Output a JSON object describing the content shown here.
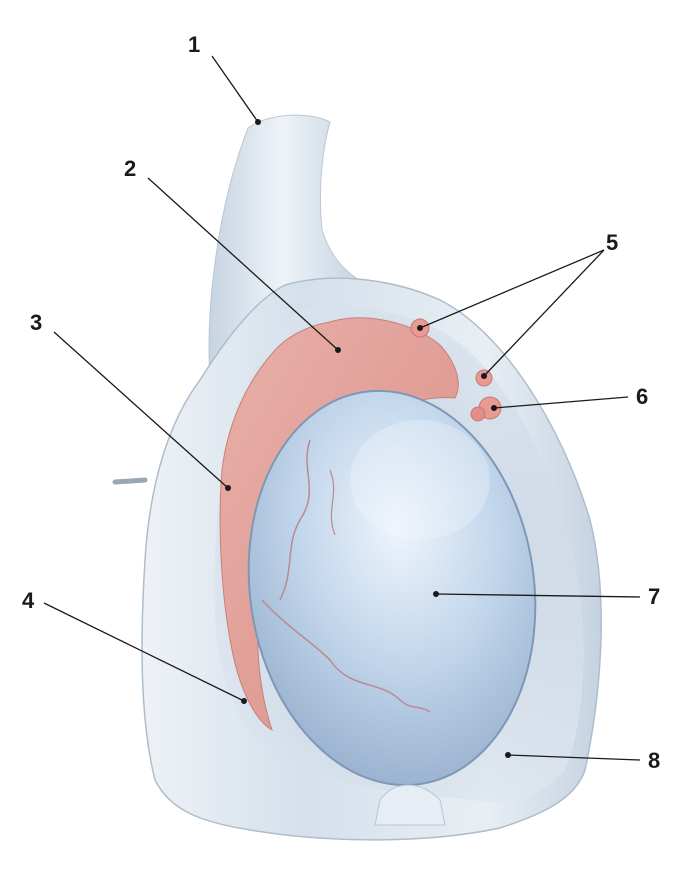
{
  "figure": {
    "labels": [
      {
        "id": "1",
        "text": "1"
      },
      {
        "id": "2",
        "text": "2"
      },
      {
        "id": "3",
        "text": "3"
      },
      {
        "id": "4",
        "text": "4"
      },
      {
        "id": "5",
        "text": "5"
      },
      {
        "id": "6",
        "text": "6"
      },
      {
        "id": "7",
        "text": "7"
      },
      {
        "id": "8",
        "text": "8"
      }
    ]
  },
  "colors": {
    "background": "#ffffff",
    "sac_outer": "#dfe7f0",
    "sac_inner": "#c9d6e5",
    "testis": "#b5cde6",
    "testis_highlight": "#e6f0fa",
    "epididymis": "#e2a39c",
    "appendix": "#e89a93",
    "vessel": "#b98a8f",
    "leader_line": "#1a1a1a"
  }
}
